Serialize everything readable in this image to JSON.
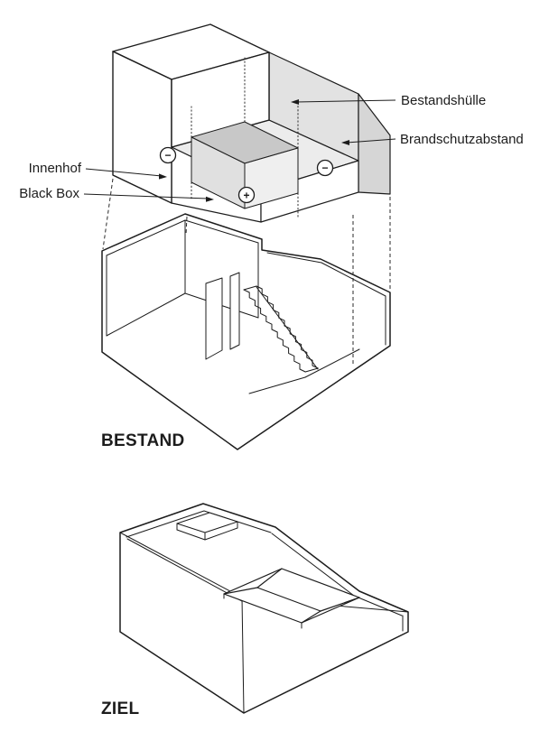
{
  "figure": {
    "callouts": {
      "bestandshuelle": "Bestandshülle",
      "brandschutzabstand": "Brandschutzabstand",
      "innenhof": "Innenhof",
      "black_box": "Black Box"
    },
    "markers": {
      "minus_left": "−",
      "plus_center": "+",
      "minus_right": "−"
    },
    "captions": {
      "bestand": "BESTAND",
      "ziel": "ZIEL"
    },
    "colors": {
      "line": "#1c1c1c",
      "envelope_roof": "#ececec",
      "envelope_slope": "#e2e2e2",
      "envelope_end": "#d6d6d6",
      "innerbox_top": "#c8c8c8",
      "innerbox_side": "#e0e0e0",
      "innerbox_front": "#efefef",
      "background": "#ffffff"
    }
  }
}
